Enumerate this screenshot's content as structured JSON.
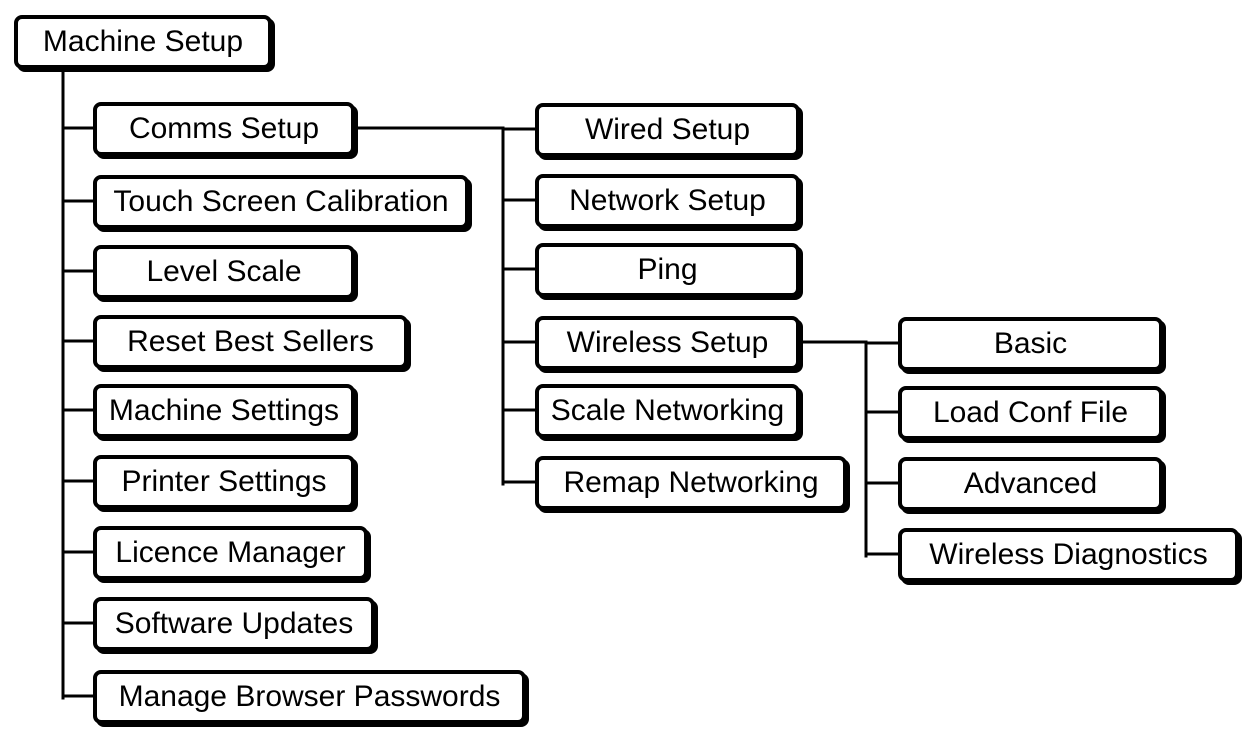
{
  "colors": {
    "line": "#000000",
    "box_border": "#000000",
    "box_fill": "#ffffff",
    "text": "#000000"
  },
  "tree": {
    "root": "Machine Setup",
    "level1": [
      "Comms Setup",
      "Touch Screen Calibration",
      "Level Scale",
      "Reset Best Sellers",
      "Machine Settings",
      "Printer Settings",
      "Licence Manager",
      "Software Updates",
      "Manage Browser Passwords"
    ],
    "comms": [
      "Wired Setup",
      "Network Setup",
      "Ping",
      "Wireless Setup",
      "Scale Networking",
      "Remap Networking"
    ],
    "wireless": [
      "Basic",
      "Load Conf File",
      "Advanced",
      "Wireless Diagnostics"
    ]
  }
}
